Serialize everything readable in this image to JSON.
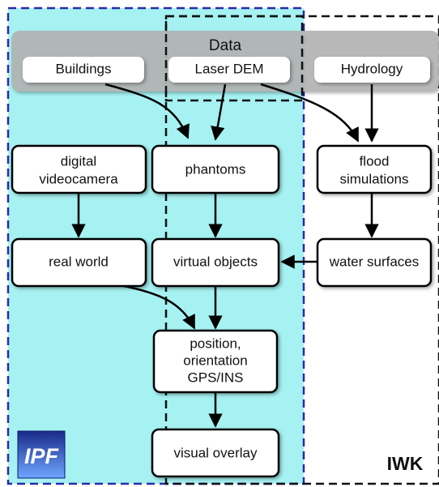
{
  "data_group": {
    "title": "Data",
    "sources": [
      "Buildings",
      "Laser DEM",
      "Hydrology"
    ]
  },
  "nodes": {
    "camera": [
      "digital",
      "videocamera"
    ],
    "phantoms": [
      "phantoms"
    ],
    "flood": [
      "flood",
      "simulations"
    ],
    "real_world": [
      "real world"
    ],
    "virtual_objects": [
      "virtual objects"
    ],
    "water_surfaces": [
      "water surfaces"
    ],
    "position": [
      "position,",
      "orientation",
      "GPS/INS"
    ],
    "overlay": [
      "visual overlay"
    ]
  },
  "labels": {
    "ipf_logo": "IPF",
    "iwk": "IWK"
  },
  "colors": {
    "ipf_region": "#a6f2f2",
    "ipf_border": "#2a2aa8",
    "data_band": "#b3b3b3",
    "node_border": "#000000"
  }
}
